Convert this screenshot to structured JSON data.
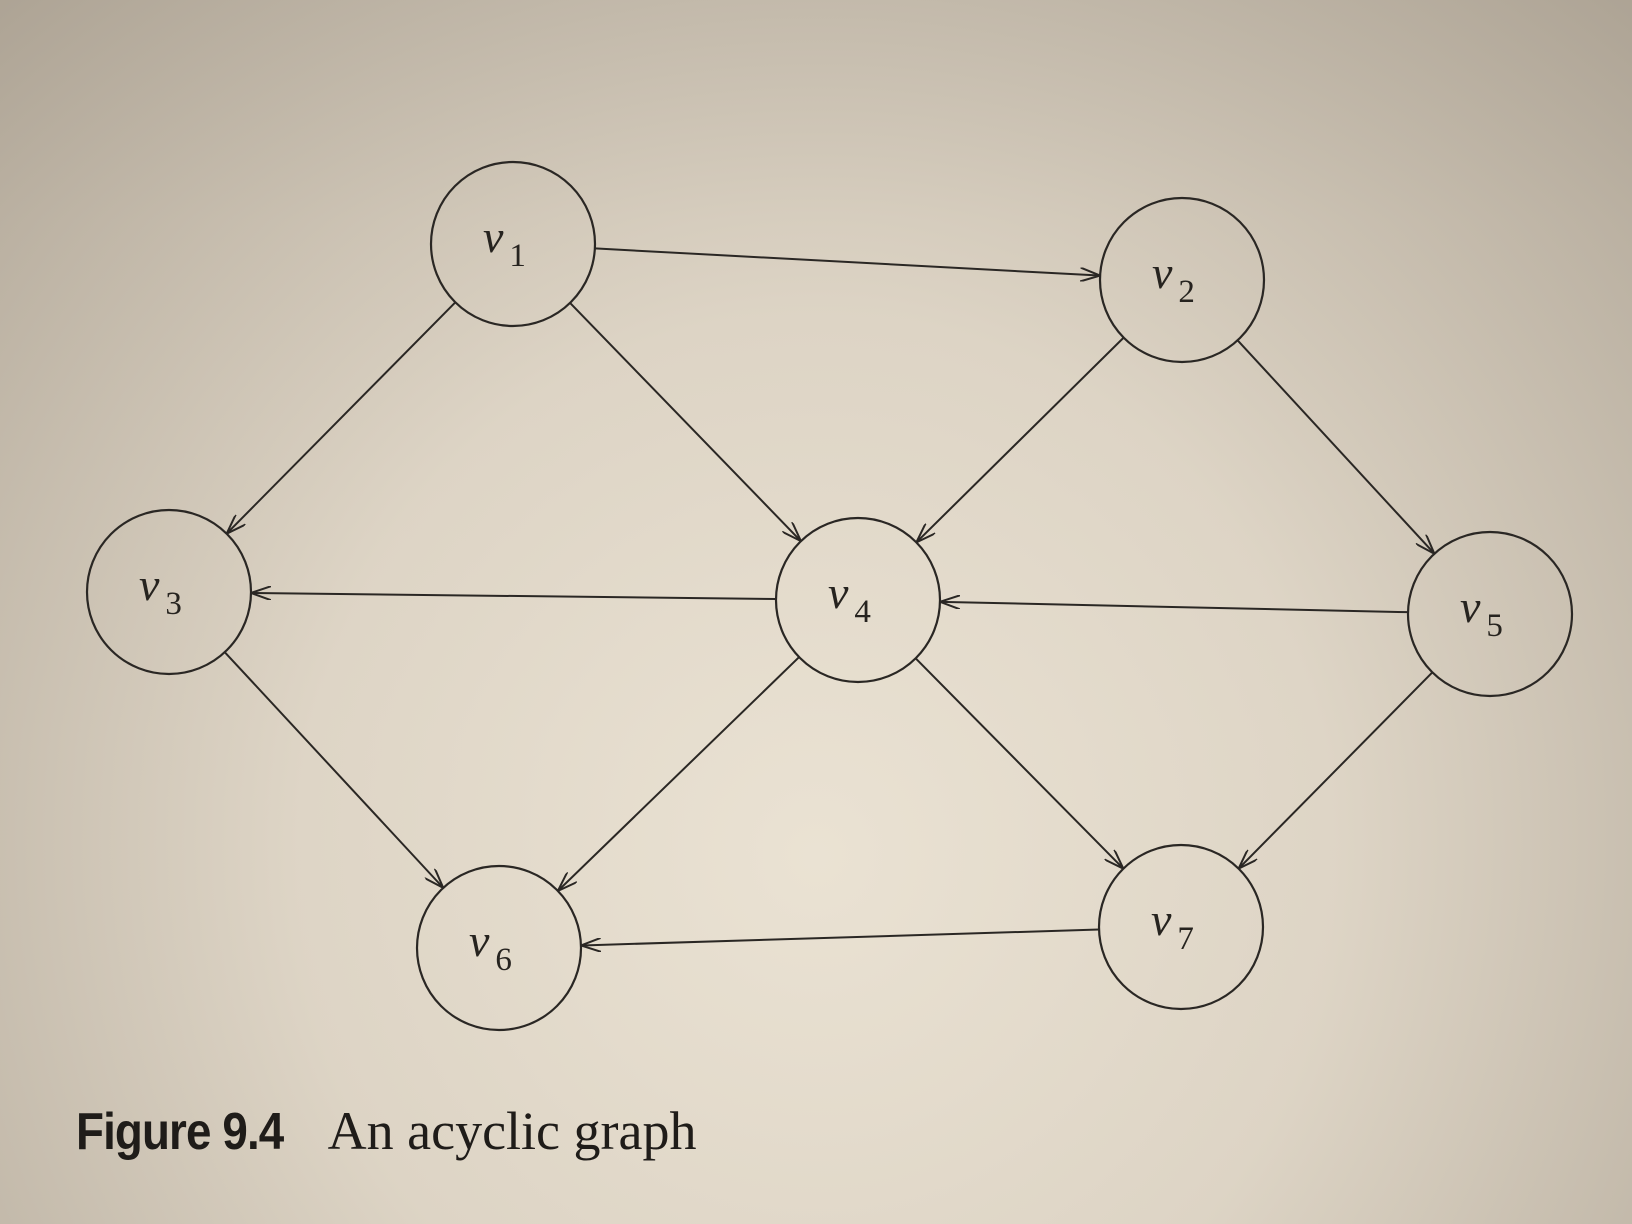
{
  "figure": {
    "label": "Figure 9.4",
    "title": "An acyclic graph"
  },
  "graph": {
    "nodes": [
      {
        "id": "v1",
        "name": "v",
        "sub": "1"
      },
      {
        "id": "v2",
        "name": "v",
        "sub": "2"
      },
      {
        "id": "v3",
        "name": "v",
        "sub": "3"
      },
      {
        "id": "v4",
        "name": "v",
        "sub": "4"
      },
      {
        "id": "v5",
        "name": "v",
        "sub": "5"
      },
      {
        "id": "v6",
        "name": "v",
        "sub": "6"
      },
      {
        "id": "v7",
        "name": "v",
        "sub": "7"
      }
    ],
    "edges": [
      {
        "from": "v1",
        "to": "v2"
      },
      {
        "from": "v1",
        "to": "v3"
      },
      {
        "from": "v1",
        "to": "v4"
      },
      {
        "from": "v2",
        "to": "v4"
      },
      {
        "from": "v2",
        "to": "v5"
      },
      {
        "from": "v4",
        "to": "v3"
      },
      {
        "from": "v5",
        "to": "v4"
      },
      {
        "from": "v3",
        "to": "v6"
      },
      {
        "from": "v4",
        "to": "v6"
      },
      {
        "from": "v4",
        "to": "v7"
      },
      {
        "from": "v5",
        "to": "v7"
      },
      {
        "from": "v7",
        "to": "v6"
      }
    ],
    "colors": {
      "ink": "#2a2724",
      "paper": "#ddd4c4"
    }
  }
}
